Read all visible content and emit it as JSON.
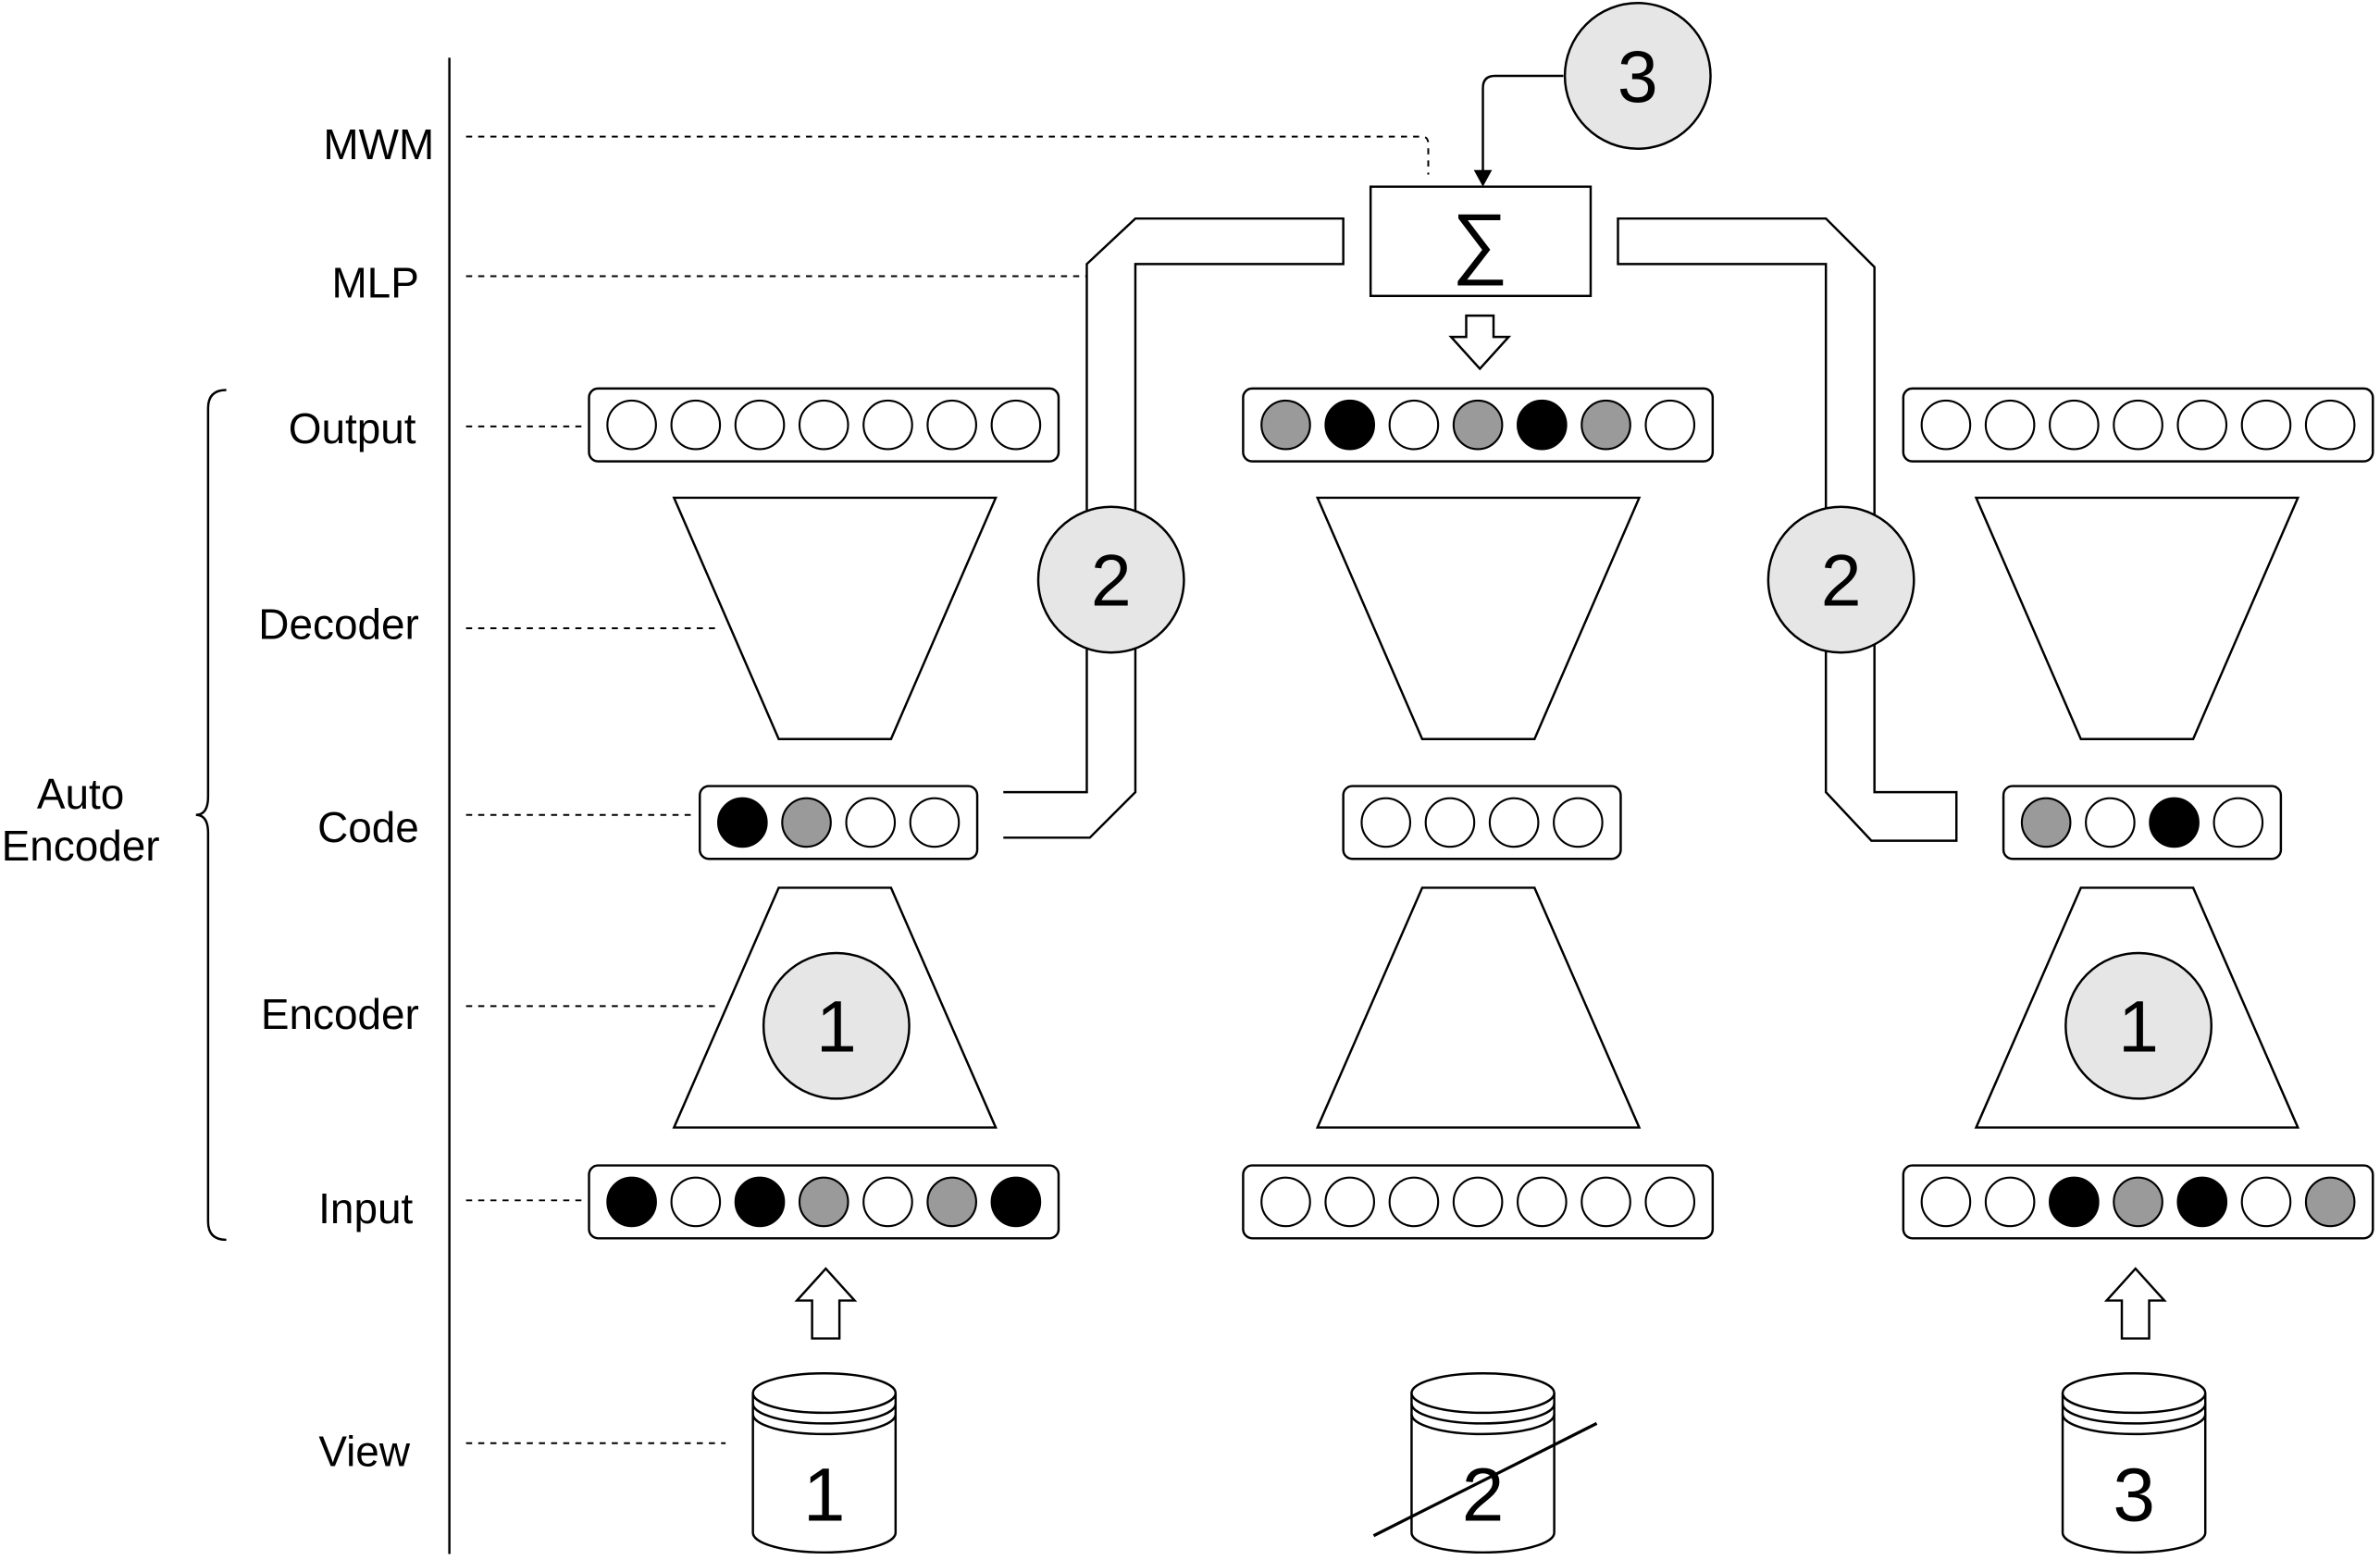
{
  "row_labels": {
    "mwm": "MWM",
    "mlp": "MLP",
    "output": "Output",
    "decoder": "Decoder",
    "code": "Code",
    "encoder": "Encoder",
    "input": "Input",
    "view": "View"
  },
  "group_label": {
    "line1": "Auto",
    "line2": "Encoder"
  },
  "step_markers": {
    "step1": "1",
    "step2": "2",
    "step3": "3"
  },
  "sum_symbol": "∑",
  "views": {
    "left": {
      "number": "1",
      "missing": false
    },
    "middle": {
      "number": "2",
      "missing": true
    },
    "right": {
      "number": "3",
      "missing": false
    }
  },
  "colors": {
    "black": "#000000",
    "gray": "#9a9a9a",
    "white": "#ffffff",
    "marker_fill": "#e6e6e6"
  },
  "vectors": {
    "output": {
      "left": [
        "white",
        "white",
        "white",
        "white",
        "white",
        "white",
        "white"
      ],
      "middle": [
        "gray",
        "black",
        "white",
        "gray",
        "black",
        "gray",
        "white"
      ],
      "right": [
        "white",
        "white",
        "white",
        "white",
        "white",
        "white",
        "white"
      ]
    },
    "code": {
      "left": [
        "black",
        "gray",
        "white",
        "white"
      ],
      "middle": [
        "white",
        "white",
        "white",
        "white"
      ],
      "right": [
        "gray",
        "white",
        "black",
        "white"
      ]
    },
    "input": {
      "left": [
        "black",
        "white",
        "black",
        "gray",
        "white",
        "gray",
        "black"
      ],
      "middle": [
        "white",
        "white",
        "white",
        "white",
        "white",
        "white",
        "white"
      ],
      "right": [
        "white",
        "white",
        "black",
        "gray",
        "black",
        "white",
        "gray"
      ]
    }
  }
}
